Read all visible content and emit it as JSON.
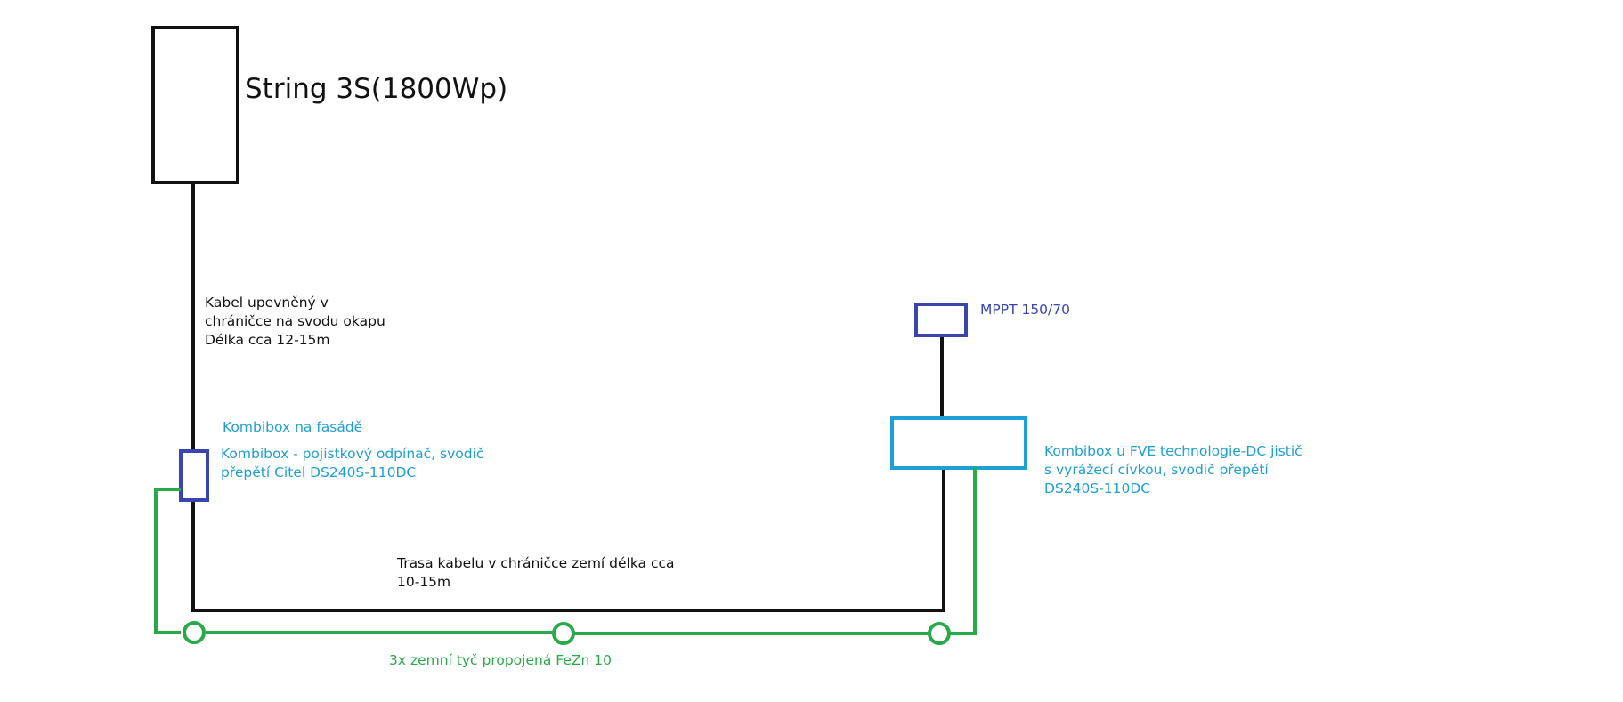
{
  "colors": {
    "cable": "#111111",
    "grounding": "#29a94a",
    "mppt": "#3a45b0",
    "combibox_fve": "#1e9fd6",
    "combibox_facade": "#3a45b0"
  },
  "string": {
    "title": "String 3S(1800Wp)"
  },
  "facade_cable": {
    "line1": "Kabel upevněný v",
    "line2": "chráničce na svodu okapu",
    "line3": "Délka cca 12-15m"
  },
  "mppt": {
    "label": "MPPT 150/70"
  },
  "combibox_facade": {
    "heading": "Kombibox na fasádě",
    "line1": "Kombibox - pojistkový odpínač, svodič",
    "line2": "přepětí Citel DS240S-110DC"
  },
  "combibox_fve": {
    "line1": "Kombibox u FVE technologie-DC jistič",
    "line2": "s vyrážecí cívkou, svodič přepětí",
    "line3": "DS240S-110DC"
  },
  "ground_route": {
    "line1": "Trasa kabelu v chráničce zemí délka cca",
    "line2": "10-15m"
  },
  "grounding": {
    "label": "3x zemní tyč propojená FeZn 10"
  }
}
